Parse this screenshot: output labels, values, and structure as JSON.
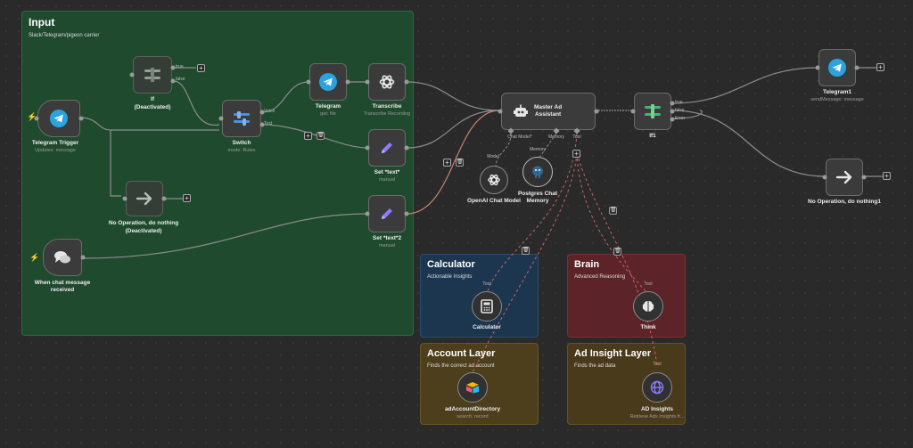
{
  "stickies": {
    "input": {
      "title": "Input",
      "subtitle": "Slack/Telegram/pigeon carrier"
    },
    "calculator": {
      "title": "Calculator",
      "subtitle": "Actionable Insights"
    },
    "brain": {
      "title": "Brain",
      "subtitle": "Advanced Reasoning"
    },
    "account": {
      "title": "Account Layer",
      "subtitle": "Finds the correct ad account"
    },
    "adinsight": {
      "title": "Ad Insight Layer",
      "subtitle": "Finds the ad data"
    }
  },
  "nodes": {
    "telegram_trigger": {
      "name": "Telegram Trigger",
      "sub": "Updates: message",
      "icon": "telegram-icon"
    },
    "if_node": {
      "name": "If",
      "sub": "(Deactivated)",
      "icon": "if-branch-icon",
      "out1": "true",
      "out2": "false"
    },
    "noop1": {
      "name": "No Operation, do nothing",
      "sub": "(Deactivated)",
      "icon": "arrow-right-icon"
    },
    "chat_trigger": {
      "name": "When chat message",
      "name2": "received",
      "icon": "chat-bubbles-icon"
    },
    "switch_node": {
      "name": "Switch",
      "sub": "mode: Rules",
      "icon": "switch-icon",
      "out1": "Voice",
      "out2": "Text"
    },
    "telegram_get": {
      "name": "Telegram",
      "sub": "get: file",
      "icon": "telegram-icon"
    },
    "transcribe": {
      "name": "Transcribe",
      "sub": "Transcribe Recording",
      "icon": "openai-icon"
    },
    "set_text": {
      "name": "Set *text*",
      "sub": "manual",
      "icon": "pencil-icon"
    },
    "set_text2": {
      "name": "Set *text*2",
      "sub": "manual",
      "icon": "pencil-icon"
    },
    "master": {
      "name": "Master Ad",
      "name2": "Assistant",
      "icon": "robot-icon",
      "p1": "Chat Model*",
      "p2": "Memory",
      "p3": "Tool"
    },
    "if1": {
      "name": "If1",
      "icon": "if-branch-icon",
      "out1": "true",
      "out2": "false",
      "out3": "Error"
    },
    "telegram1": {
      "name": "Telegram1",
      "sub": "sendMessage: message",
      "icon": "telegram-icon"
    },
    "noop2": {
      "name": "No Operation, do nothing1",
      "icon": "arrow-right-icon"
    },
    "openai_model": {
      "name": "OpenAI Chat Model",
      "port": "Model",
      "icon": "openai-icon"
    },
    "postgres": {
      "name": "Postgres Chat",
      "name2": "Memory",
      "port": "Memory",
      "icon": "postgres-icon"
    },
    "calculator": {
      "name": "Calculator",
      "port": "Tool",
      "icon": "calculator-icon"
    },
    "think": {
      "name": "Think",
      "port": "Tool",
      "icon": "brain-icon"
    },
    "ad_account_dir": {
      "name": "adAccountDirectory",
      "sub": "search: record",
      "icon": "airtable-icon"
    },
    "ad_insights": {
      "name": "AD Insights",
      "sub": "Retrieve Ads Insights fr...",
      "port": "Tool",
      "icon": "globe-icon"
    }
  },
  "controls": {
    "plus": "+",
    "trash": "🗑"
  },
  "colors": {
    "wire": "#8d8d8d",
    "active_wire": "#d98e83",
    "telegram": "#2aa3df",
    "switch": "#4a90e2",
    "if1": "#3fb96f",
    "pencil": "#8a7cff",
    "airtable_pink": "#ef5b7a"
  }
}
